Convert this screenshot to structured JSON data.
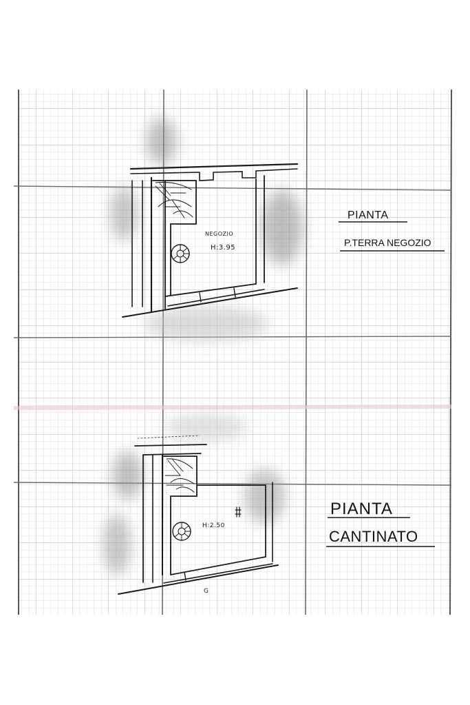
{
  "ground_floor": {
    "title_line1": "PIANTA",
    "title_line2": "P.TERRA NEGOZIO",
    "room_name": "NEGOZIO",
    "room_height": "H:3.95"
  },
  "basement": {
    "title_line1": "PIANTA",
    "title_line2": "CANTINATO",
    "room_height": "H:2.50",
    "mark_g": "G"
  },
  "colors": {
    "paper": "#ffffff",
    "grid_fine": "#cfcfcf",
    "grid_major": "#8a8a8a",
    "ink": "#1a1a1a",
    "smudge": "#9a9a9a"
  }
}
